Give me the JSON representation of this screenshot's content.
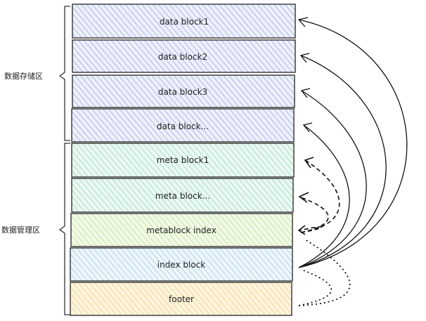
{
  "groups": {
    "data_storage": "数据存储区",
    "data_management": "数据管理区"
  },
  "blocks": [
    {
      "label": "data block1",
      "color": "#9aa6e0"
    },
    {
      "label": "data block2",
      "color": "#9aa6e0"
    },
    {
      "label": "data block3",
      "color": "#9aa6e0"
    },
    {
      "label": "data block...",
      "color": "#9aa6e0"
    },
    {
      "label": "meta block1",
      "color": "#8fd9bd"
    },
    {
      "label": "meta block...",
      "color": "#8fd9bd"
    },
    {
      "label": "metablock index",
      "color": "#b8e08a"
    },
    {
      "label": "index block",
      "color": "#9ccbe6"
    },
    {
      "label": "footer",
      "color": "#f2cf7a"
    }
  ],
  "colors": {
    "stroke": "#333333",
    "arrow": "#111111"
  }
}
